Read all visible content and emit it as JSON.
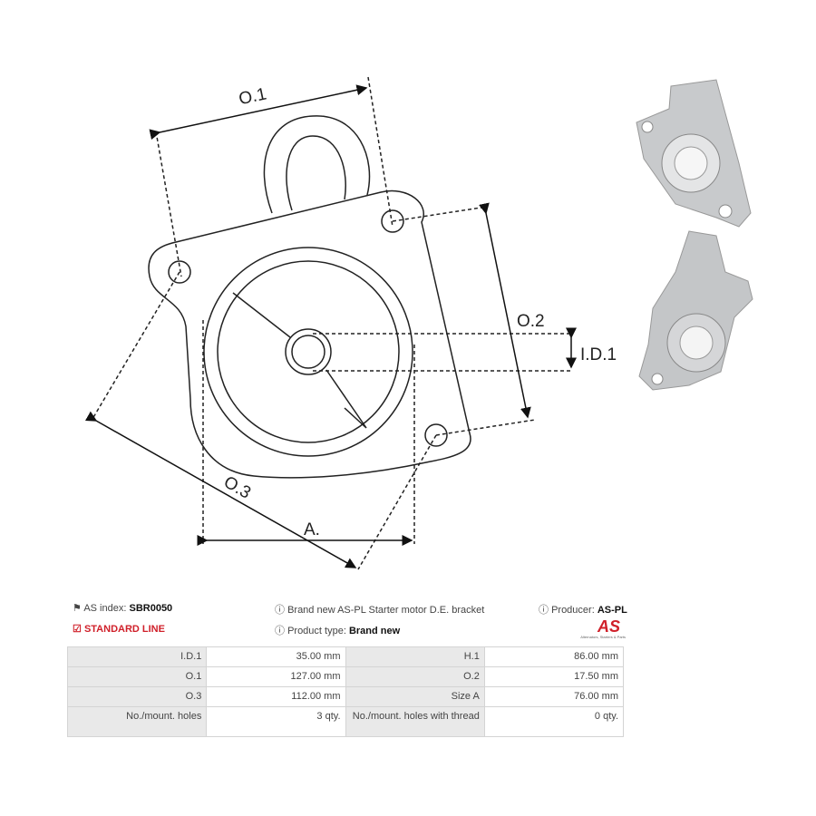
{
  "drawing": {
    "labels": {
      "o1": "O.1",
      "o2": "O.2",
      "o3": "O.3",
      "id1": "I.D.1",
      "a": "A."
    }
  },
  "info": {
    "as_index_label": "AS index:",
    "as_index_value": "SBR0050",
    "line": "STANDARD LINE",
    "description": "Brand new AS-PL Starter motor D.E. bracket",
    "product_type_label": "Product type:",
    "product_type_value": "Brand new",
    "producer_label": "Producer:",
    "producer_value": "AS-PL",
    "logo_text": "AS",
    "logo_tagline": "Alternators, Starters & Parts"
  },
  "specs": {
    "rows": [
      {
        "k1": "I.D.1",
        "v1": "35.00 mm",
        "k2": "H.1",
        "v2": "86.00  mm"
      },
      {
        "k1": "O.1",
        "v1": "127.00 mm",
        "k2": "O.2",
        "v2": "17.50 mm"
      },
      {
        "k1": "O.3",
        "v1": "112.00 mm",
        "k2": "Size A",
        "v2": "76.00 mm"
      },
      {
        "k1": "No./mount. holes",
        "v1": "3 qty.",
        "k2": "No./mount. holes with thread",
        "v2": "0 qty."
      }
    ]
  },
  "colors": {
    "accent": "#d0202a",
    "key_bg": "#e9e9e9"
  }
}
